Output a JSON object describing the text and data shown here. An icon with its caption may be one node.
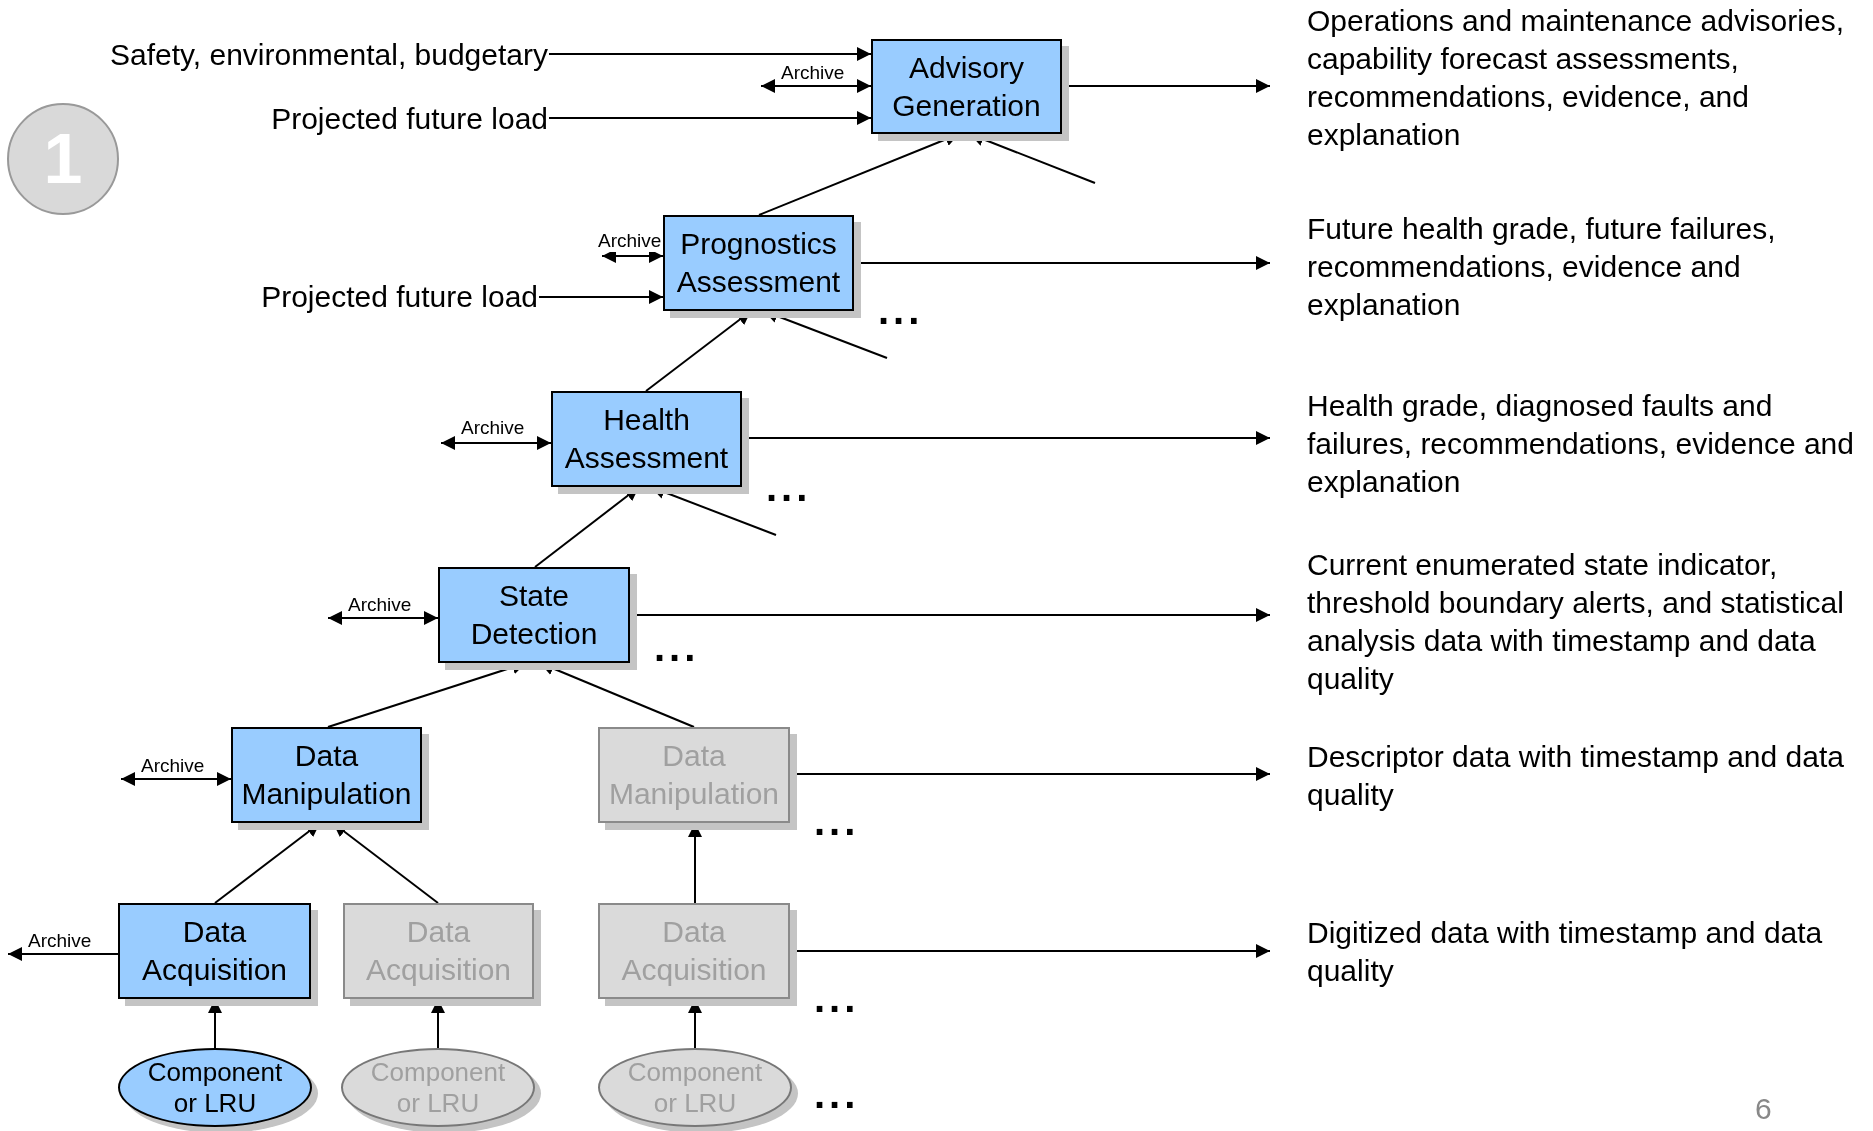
{
  "diagram": {
    "nodes": [
      {
        "text": [
          "Safety, environmental, budgetary"
        ]
      },
      {
        "text": [
          "Projected future load"
        ]
      },
      {
        "text": [
          "Advisory Generation"
        ]
      },
      {
        "text": [
          "Operations and maintenance advisories, capability forecast assessments, recommendations, evidence, and explanation"
        ]
      },
      {
        "text": [
          "Prognostics Assessment"
        ]
      },
      {
        "text": [
          "Projected future load"
        ]
      },
      {
        "text": [
          "Future health grade, future failures, recommendations, evidence and explanation"
        ]
      },
      {
        "text": [
          "Health Assessment"
        ]
      },
      {
        "text": [
          "Health grade, diagnosed faults and failures, recommendations, evidence and explanation"
        ]
      },
      {
        "text": [
          "State Detection"
        ]
      },
      {
        "text": [
          "Current enumerated state indicator, threshold boundary alerts, and statistical analysis data with timestamp and data quality"
        ]
      },
      {
        "text": [
          "Data Manipulation"
        ]
      },
      {
        "text": [
          "Data Manipulation"
        ]
      },
      {
        "text": [
          "Descriptor data with timestamp and data quality"
        ]
      },
      {
        "text": [
          "Data Acquisition"
        ]
      },
      {
        "text": [
          "Data Acquisition"
        ]
      },
      {
        "text": [
          "Data Acquisition"
        ]
      },
      {
        "text": [
          "Digitized data with timestamp and data quality"
        ]
      },
      {
        "text": [
          "Component or LRU"
        ]
      },
      {
        "text": [
          "Component or LRU"
        ]
      },
      {
        "text": [
          "Component or LRU"
        ]
      },
      {
        "text": [
          "1"
        ]
      }
    ],
    "edges": [
      {
        "from": 0,
        "to": 2,
        "arrow": "to"
      },
      {
        "from": null,
        "to": 2,
        "arrow": "both",
        "label": "Archive"
      },
      {
        "from": 1,
        "to": 2,
        "arrow": "to"
      },
      {
        "from": 2,
        "to": 3,
        "arrow": "to"
      },
      {
        "from": 4,
        "to": 2,
        "arrow": "to"
      },
      {
        "from": null,
        "to": 2,
        "arrow": "to"
      },
      {
        "from": null,
        "to": 4,
        "arrow": "both",
        "label": "Archive"
      },
      {
        "from": 5,
        "to": 4,
        "arrow": "to"
      },
      {
        "from": 4,
        "to": 6,
        "arrow": "to"
      },
      {
        "from": 7,
        "to": 4,
        "arrow": "to"
      },
      {
        "from": null,
        "to": 4,
        "arrow": "to"
      },
      {
        "from": null,
        "to": 7,
        "arrow": "both",
        "label": "Archive"
      },
      {
        "from": 7,
        "to": 8,
        "arrow": "to"
      },
      {
        "from": 9,
        "to": 7,
        "arrow": "to"
      },
      {
        "from": null,
        "to": 7,
        "arrow": "to"
      },
      {
        "from": null,
        "to": 9,
        "arrow": "both",
        "label": "Archive"
      },
      {
        "from": 9,
        "to": 10,
        "arrow": "to"
      },
      {
        "from": 11,
        "to": 9,
        "arrow": "to"
      },
      {
        "from": 12,
        "to": 9,
        "arrow": "to"
      },
      {
        "from": null,
        "to": 11,
        "arrow": "both",
        "label": "Archive"
      },
      {
        "from": 12,
        "to": 13,
        "arrow": "to"
      },
      {
        "from": 14,
        "to": 11,
        "arrow": "to"
      },
      {
        "from": 15,
        "to": 11,
        "arrow": "to"
      },
      {
        "from": 16,
        "to": 12,
        "arrow": "to"
      },
      {
        "from": 14,
        "to": null,
        "arrow": "to",
        "label": "Archive"
      },
      {
        "from": 16,
        "to": 17,
        "arrow": "to"
      },
      {
        "from": 18,
        "to": 14,
        "arrow": "to"
      },
      {
        "from": 19,
        "to": 15,
        "arrow": "to"
      },
      {
        "from": 20,
        "to": 16,
        "arrow": "to"
      }
    ],
    "labels": [
      "...",
      "...",
      "...",
      "...",
      "...",
      "...",
      "6"
    ]
  }
}
